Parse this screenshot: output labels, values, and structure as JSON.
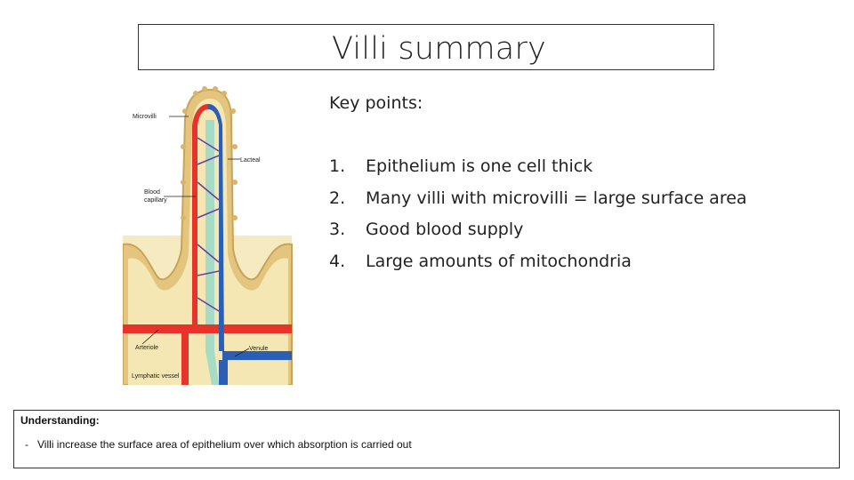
{
  "slide": {
    "title": "Villi summary",
    "key_points_label": "Key points:",
    "key_points": [
      {
        "num": "1.",
        "text": "Epithelium is one cell thick"
      },
      {
        "num": "2.",
        "text": "Many villi with microvilli = large surface area"
      },
      {
        "num": "3.",
        "text": "Good blood supply"
      },
      {
        "num": "4.",
        "text": "Large amounts of mitochondria"
      }
    ]
  },
  "diagram": {
    "labels": {
      "microvilli": "Microvilli",
      "lacteal": "Lacteal",
      "blood_capillary_line1": "Blood",
      "blood_capillary_line2": "capillary",
      "arteriole": "Arteriole",
      "venule": "Venule",
      "lymphatic_vessel": "Lymphatic vessel"
    },
    "colors": {
      "tissue": "#f4e7b4",
      "epithelium": "#e3c27a",
      "artery": "#e8332b",
      "vein": "#2a5fb5",
      "lymph": "#a6dcc6"
    }
  },
  "understanding": {
    "title": "Understanding:",
    "items": [
      "Villi increase the surface area of epithelium over which absorption is carried out"
    ]
  }
}
